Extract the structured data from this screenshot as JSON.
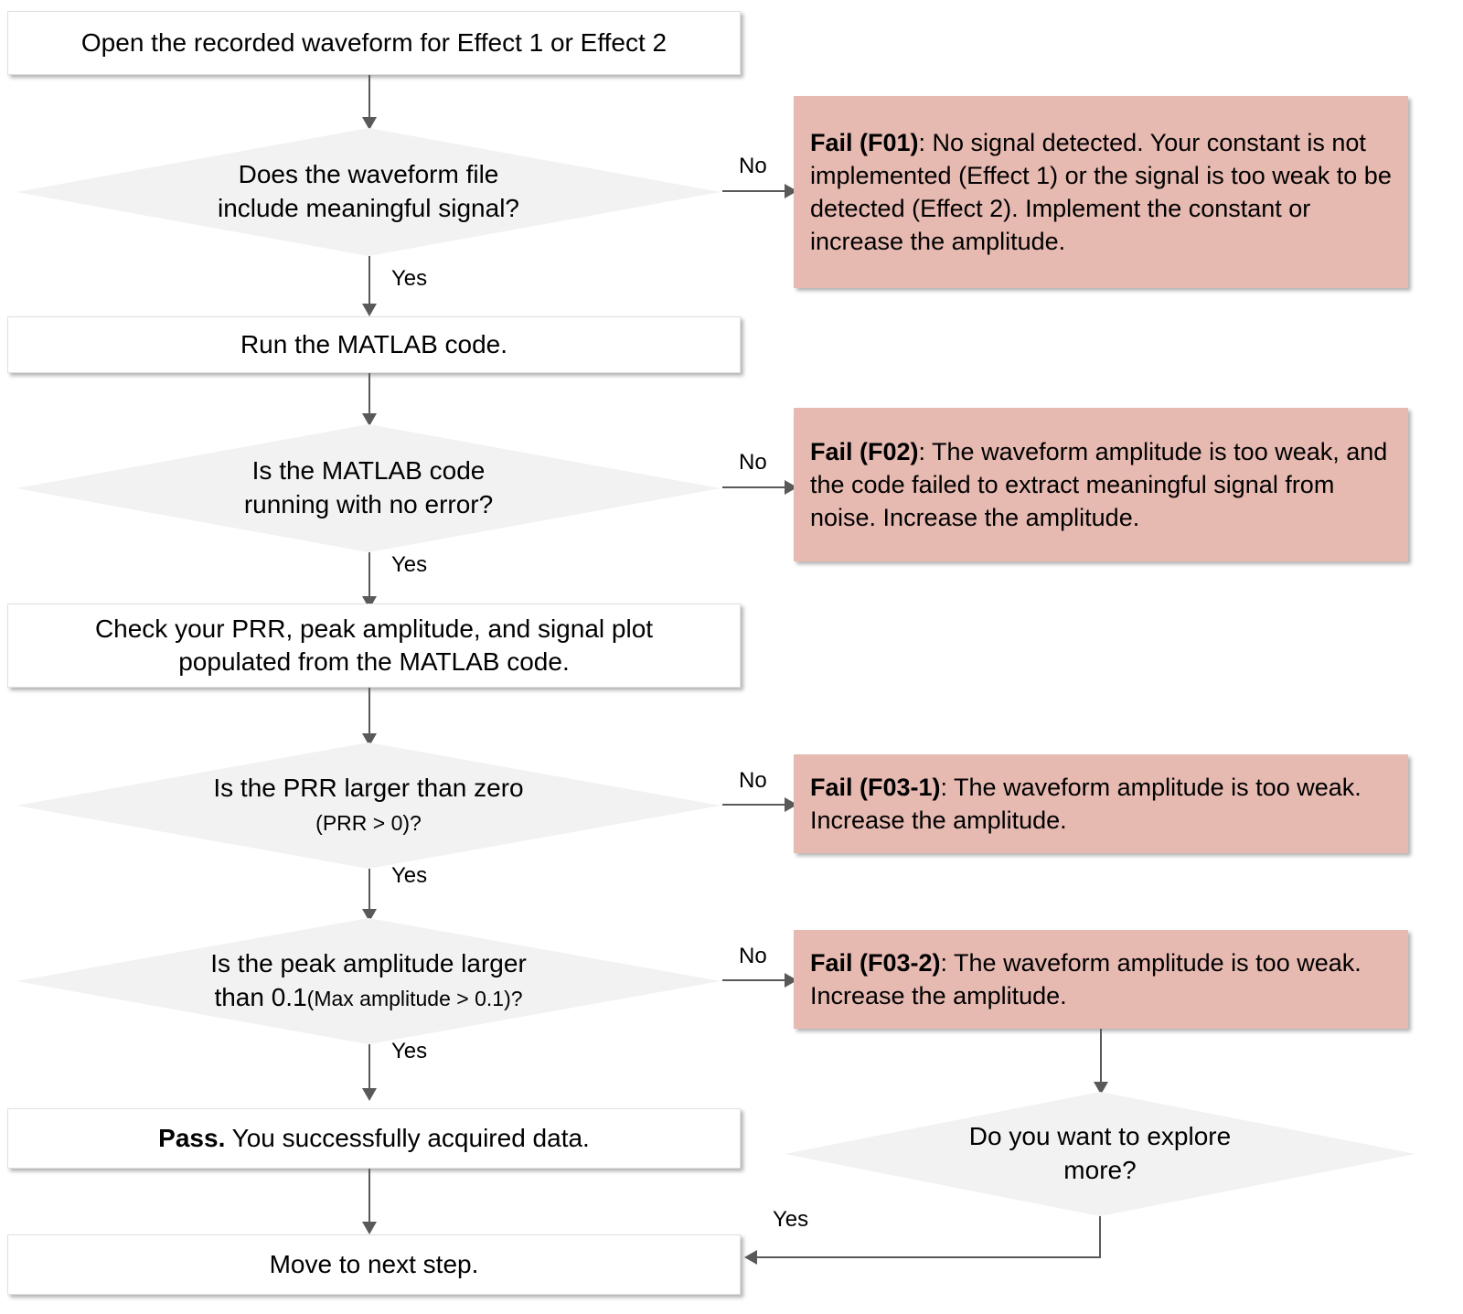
{
  "diagram": {
    "title": "Waveform data acquisition troubleshooting flowchart",
    "colors": {
      "process_fill": "#ffffff",
      "decision_fill": "#f2f2f2",
      "fail_fill": "#e6b9b1",
      "connector": "#595959",
      "text": "#000000"
    }
  },
  "nodes": {
    "start": {
      "type": "process",
      "label": "Open the recorded waveform for Effect 1 or Effect 2"
    },
    "d1": {
      "type": "decision",
      "line1": "Does the waveform file",
      "line2": "include meaningful signal?"
    },
    "run_matlab": {
      "type": "process",
      "label": "Run the MATLAB code."
    },
    "d2": {
      "type": "decision",
      "line1": "Is the MATLAB code",
      "line2": "running with no error?"
    },
    "check_outputs": {
      "type": "process",
      "line1": "Check your PRR, peak amplitude, and signal plot",
      "line2": "populated from the MATLAB code."
    },
    "d3": {
      "type": "decision",
      "line1": "Is the PRR  larger than zero",
      "line2": "(PRR > 0)?"
    },
    "d4": {
      "type": "decision",
      "line1": "Is the peak amplitude larger",
      "line2_main": "than 0.1",
      "line2_small": "(Max amplitude > 0.1)?"
    },
    "pass": {
      "type": "process",
      "bold": "Pass.",
      "rest": " You successfully acquired data."
    },
    "next_step": {
      "type": "process",
      "label": "Move to next step."
    },
    "d5": {
      "type": "decision",
      "line1": "Do you want to explore",
      "line2": "more?"
    },
    "f01": {
      "type": "fail",
      "bold": "Fail (F01)",
      "rest": ": No signal detected. Your constant is not implemented (Effect 1) or the signal is too weak to be detected (Effect 2). Implement the constant or increase the amplitude."
    },
    "f02": {
      "type": "fail",
      "bold": "Fail (F02)",
      "rest": ": The waveform amplitude is too weak, and the code failed to extract meaningful signal from noise. Increase the amplitude."
    },
    "f03_1": {
      "type": "fail",
      "bold": "Fail (F03-1)",
      "rest": ": The waveform amplitude is too weak. Increase the amplitude."
    },
    "f03_2": {
      "type": "fail",
      "bold": "Fail (F03-2)",
      "rest": ": The waveform amplitude is too weak. Increase the amplitude."
    }
  },
  "edge_labels": {
    "d1_no": "No",
    "d1_yes": "Yes",
    "d2_no": "No",
    "d2_yes": "Yes",
    "d3_no": "No",
    "d3_yes": "Yes",
    "d4_no": "No",
    "d4_yes": "Yes",
    "d5_yes": "Yes"
  }
}
